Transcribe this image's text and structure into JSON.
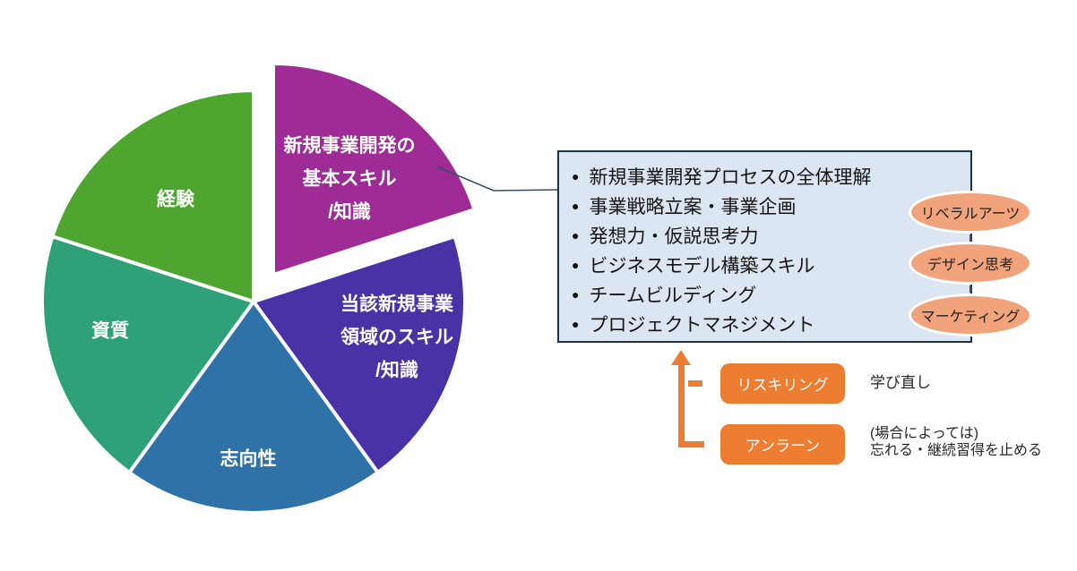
{
  "pie": {
    "slices": [
      {
        "id": "basic-skills",
        "color": "#9e2b96",
        "lines": [
          "新規事業開発の",
          "基本スキル",
          "/知識"
        ]
      },
      {
        "id": "domain-skills",
        "color": "#4832a6",
        "lines": [
          "当該新規事業",
          "領域のスキル",
          "/知識"
        ]
      },
      {
        "id": "orientation",
        "color": "#2e72a7",
        "lines": [
          "志向性"
        ]
      },
      {
        "id": "qualities",
        "color": "#2ea178",
        "lines": [
          "資質"
        ]
      },
      {
        "id": "experience",
        "color": "#4ea52f",
        "lines": [
          "経験"
        ]
      }
    ]
  },
  "detail_box": {
    "background": "#dce6f2",
    "border_color": "#1f3147",
    "bullet": "●",
    "items": [
      "新規事業開発プロセスの全体理解",
      "事業戦略立案・事業企画",
      "発想力・仮説思考力",
      "ビジネスモデル構築スキル",
      "チームビルディング",
      "プロジェクトマネジメント"
    ]
  },
  "badges": {
    "color": "#f1a47b",
    "items": [
      {
        "label": "リベラルアーツ"
      },
      {
        "label": "デザイン思考"
      },
      {
        "label": "マーケティング"
      }
    ]
  },
  "actions": {
    "color": "#ed7d31",
    "items": [
      {
        "label": "リスキリング",
        "note": "学び直し"
      },
      {
        "label": "アンラーン",
        "note": "(場合によっては)\n忘れる・継続習得を止める"
      }
    ]
  }
}
